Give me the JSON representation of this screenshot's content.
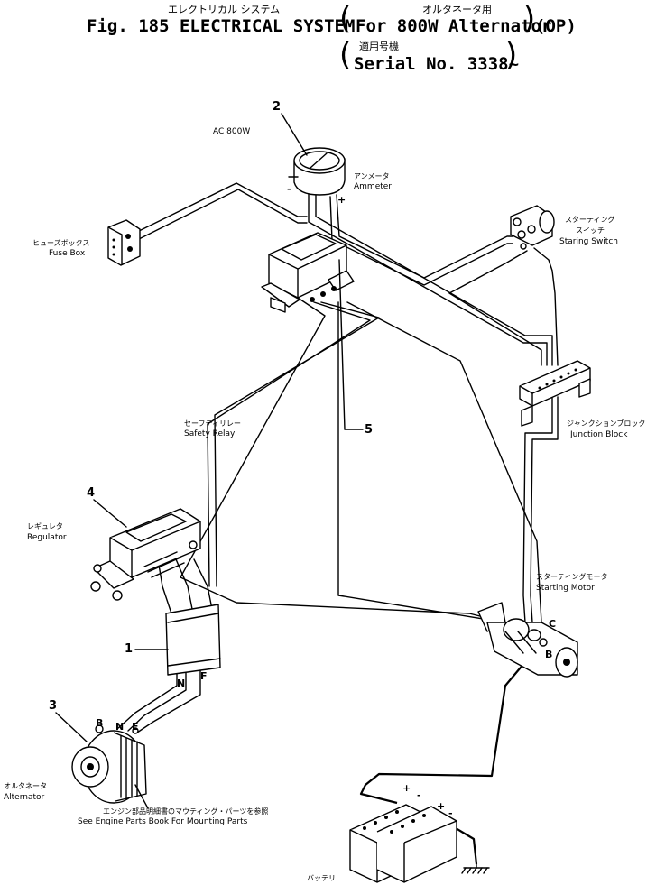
{
  "header": {
    "jp_title": "エレクトリカル システム",
    "fig_label": "Fig. 185 ELECTRICAL SYSTEM",
    "jp_alt": "オルタネータ用",
    "for_alt": "For 800W Alternator",
    "op": "(OP)",
    "jp_serial": "適用号機",
    "serial": "Serial No. 3338~"
  },
  "labels": {
    "ac": "AC 800W",
    "ammeter_jp": "アンメータ",
    "ammeter_en": "Ammeter",
    "fuse_jp": "ヒューズボックス",
    "fuse_en": "Fuse Box",
    "switch_jp1": "スターティング",
    "switch_jp2": "スイッチ",
    "switch_en": "Staring Switch",
    "relay_jp": "セーフティリレー",
    "relay_en": "Safety Relay",
    "junction_jp": "ジャンクションブロック",
    "junction_en": "Junction Block",
    "regulator_jp": "レギュレタ",
    "regulator_en": "Regulator",
    "motor_jp": "スターティングモータ",
    "motor_en": "Starting Motor",
    "alternator_jp": "オルタネータ",
    "alternator_en": "Alternator",
    "note_jp": "エンジン部品明細書のマウティング・パーツを参照",
    "note_en": "See Engine Parts Book For Mounting Parts",
    "battery_jp": "バッテリ"
  },
  "callouts": {
    "c1": "1",
    "c2": "2",
    "c3": "3",
    "c4": "4",
    "c5": "5"
  },
  "terminals": {
    "minus": "-",
    "plus": "+",
    "motor_c": "C",
    "motor_b": "B",
    "alt_b": "B",
    "alt_n": "N",
    "alt_e": "E",
    "harness_n": "N",
    "harness_f": "F"
  }
}
